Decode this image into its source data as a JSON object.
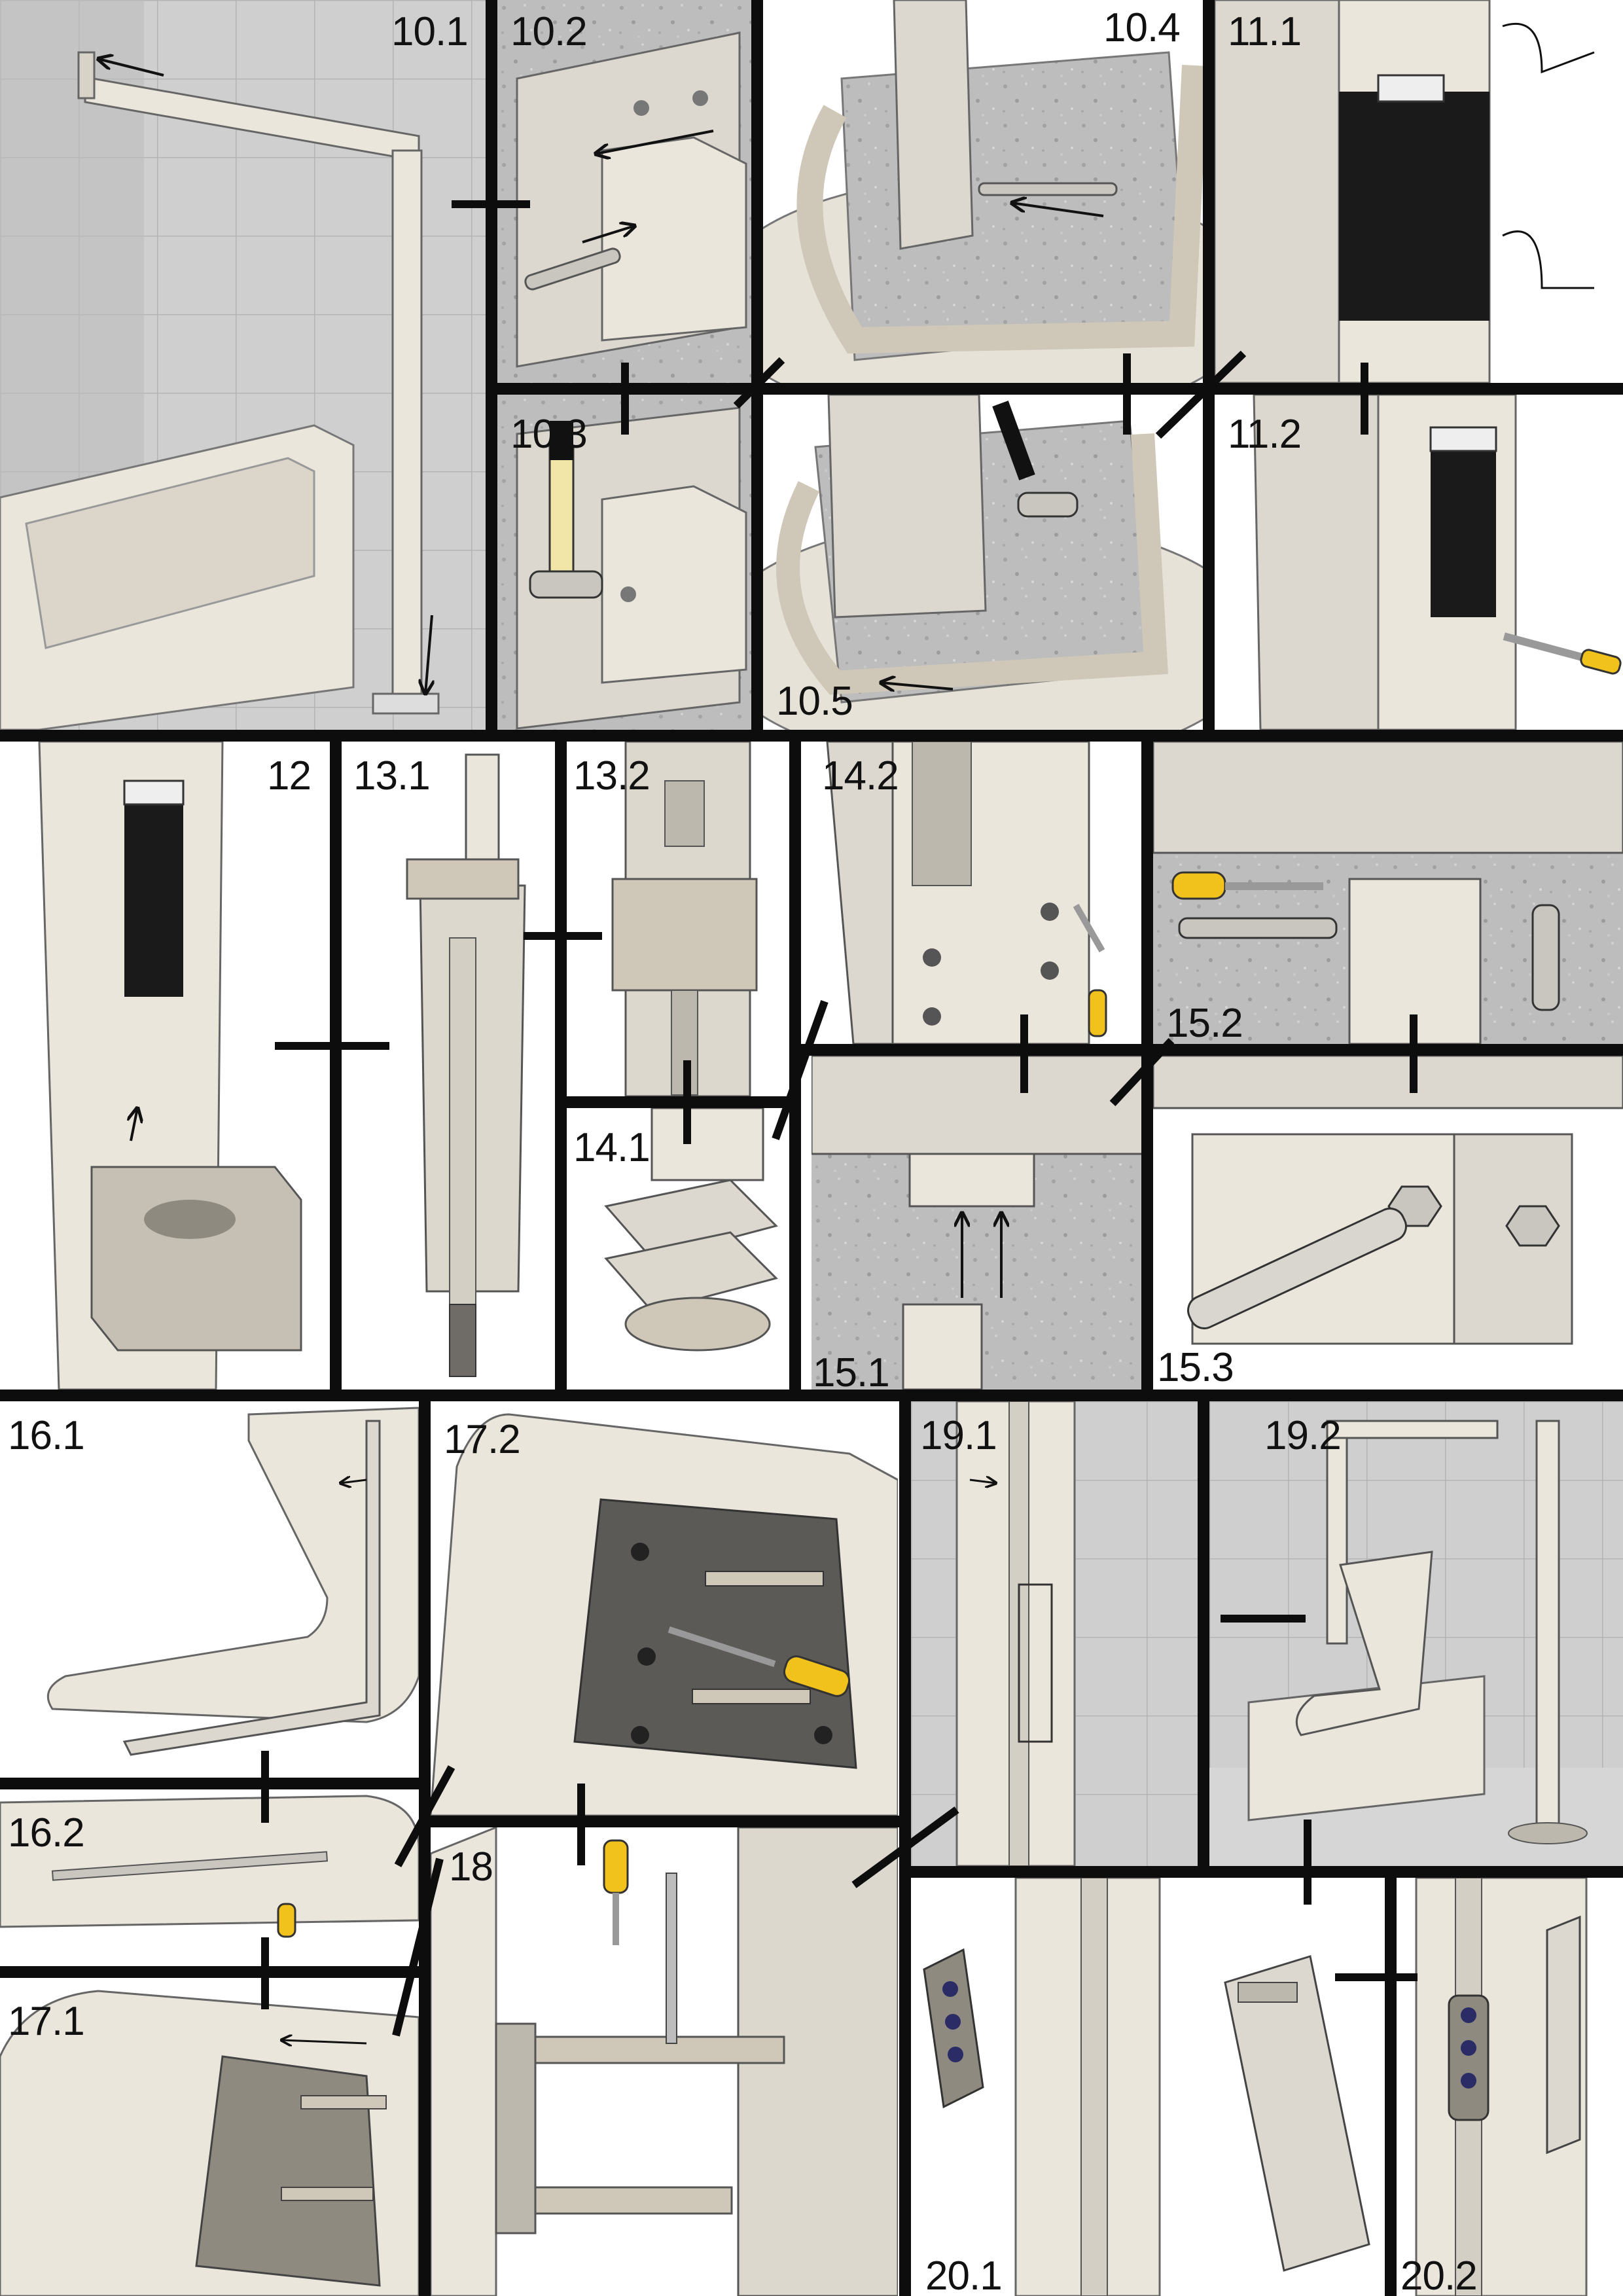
{
  "colors": {
    "frame": "#0d0d0d",
    "metal": "#cfcabf",
    "metal_dark": "#8f8a80",
    "tile": "#cfcfcf",
    "concrete": "#b9b9b9",
    "seat": "#ebe6dc",
    "handle_yellow": "#f1c21b",
    "plate_dark": "#5c5a56"
  },
  "steps": [
    {
      "id": "s10_1",
      "label": "10.1"
    },
    {
      "id": "s10_2",
      "label": "10.2"
    },
    {
      "id": "s10_3",
      "label": "10.3"
    },
    {
      "id": "s10_4",
      "label": "10.4"
    },
    {
      "id": "s10_5",
      "label": "10.5"
    },
    {
      "id": "s11_1",
      "label": "11.1"
    },
    {
      "id": "s11_2",
      "label": "11.2"
    },
    {
      "id": "s12",
      "label": "12"
    },
    {
      "id": "s13_1",
      "label": "13.1"
    },
    {
      "id": "s13_2",
      "label": "13.2"
    },
    {
      "id": "s14_1",
      "label": "14.1"
    },
    {
      "id": "s14_2",
      "label": "14.2"
    },
    {
      "id": "s15_1",
      "label": "15.1"
    },
    {
      "id": "s15_2",
      "label": "15.2"
    },
    {
      "id": "s15_3",
      "label": "15.3"
    },
    {
      "id": "s16_1",
      "label": "16.1"
    },
    {
      "id": "s16_2",
      "label": "16.2"
    },
    {
      "id": "s17_1",
      "label": "17.1"
    },
    {
      "id": "s17_2",
      "label": "17.2"
    },
    {
      "id": "s18",
      "label": "18"
    },
    {
      "id": "s19_1",
      "label": "19.1"
    },
    {
      "id": "s19_2",
      "label": "19.2"
    },
    {
      "id": "s20_1",
      "label": "20.1"
    },
    {
      "id": "s20_2",
      "label": "20.2"
    }
  ]
}
